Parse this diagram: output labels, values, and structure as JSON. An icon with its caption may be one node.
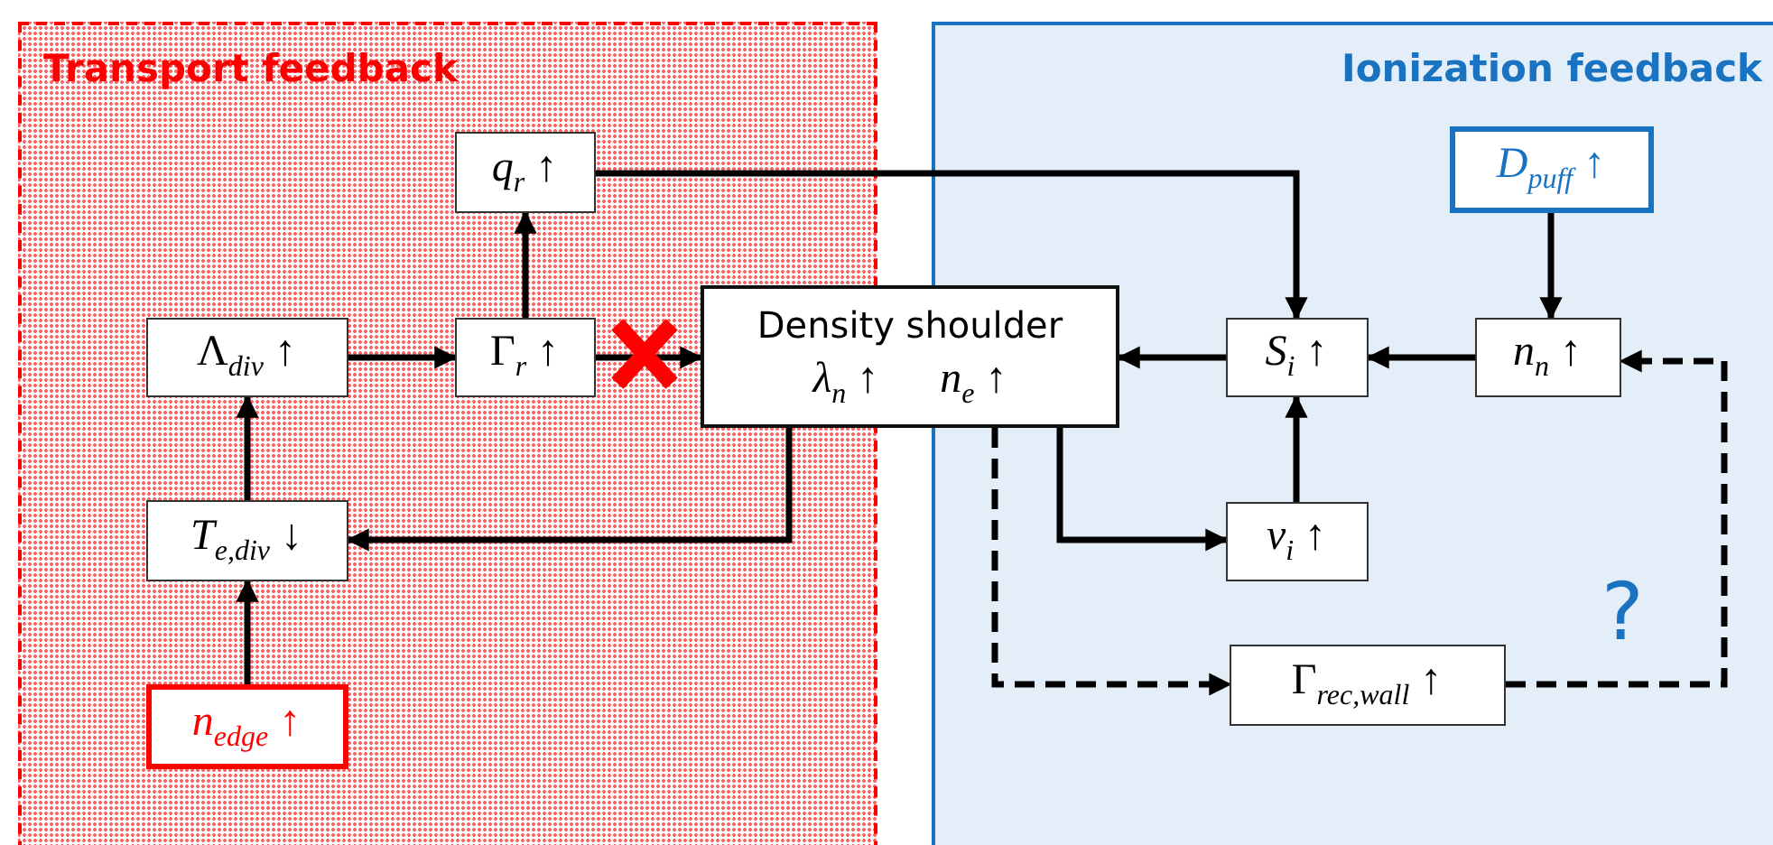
{
  "diagram": {
    "nodes": [
      {
        "text": [
          "Transport feedback"
        ]
      },
      {
        "text": [
          "Ionization feedback"
        ]
      },
      {
        "text": [
          "*q*$_{r}$ ↑"
        ],
        "in": 0
      },
      {
        "text": [
          "Λ$_{div}$ ↑"
        ],
        "in": 0
      },
      {
        "text": [
          "Γ$_{r}$ ↑"
        ],
        "in": 0
      },
      {
        "text": [
          "Density shoulder",
          "*λ*$_{n}$ ↑",
          "*n*$_{e}$ ↑"
        ]
      },
      {
        "text": [
          "*T*$_{e,div}$ ↓"
        ],
        "in": 0
      },
      {
        "text": [
          "*n*$_{edge}$ ↑"
        ],
        "in": 0
      },
      {
        "text": [
          "*D*$_{puff}$ ↑"
        ],
        "in": 1
      },
      {
        "text": [
          "*S*$_{i}$ ↑"
        ],
        "in": 1
      },
      {
        "text": [
          "*n*$_{n}$ ↑"
        ],
        "in": 1
      },
      {
        "text": [
          "*ν*$_{i}$ ↑"
        ],
        "in": 1
      },
      {
        "text": [
          "Γ$_{rec,wall}$ ↑"
        ],
        "in": 1
      }
    ],
    "edges": [
      {
        "from": 3,
        "to": 4,
        "arrow": "to"
      },
      {
        "from": 4,
        "to": 2,
        "arrow": "to"
      },
      {
        "from": 4,
        "to": 5,
        "arrow": "to"
      },
      {
        "from": 2,
        "to": 9,
        "arrow": "to"
      },
      {
        "from": 5,
        "to": 6,
        "arrow": "to"
      },
      {
        "from": 6,
        "to": 3,
        "arrow": "to"
      },
      {
        "from": 7,
        "to": 6,
        "arrow": "to"
      },
      {
        "from": 8,
        "to": 10,
        "arrow": "to"
      },
      {
        "from": 10,
        "to": 9,
        "arrow": "to"
      },
      {
        "from": 9,
        "to": 5,
        "arrow": "to"
      },
      {
        "from": 11,
        "to": 9,
        "arrow": "to"
      },
      {
        "from": 5,
        "to": 11,
        "arrow": "to"
      },
      {
        "from": 5,
        "to": 12,
        "arrow": "to",
        "style": "dashed"
      },
      {
        "from": 12,
        "to": 10,
        "arrow": "to",
        "style": "dashed"
      }
    ],
    "labels": [
      "?"
    ]
  }
}
